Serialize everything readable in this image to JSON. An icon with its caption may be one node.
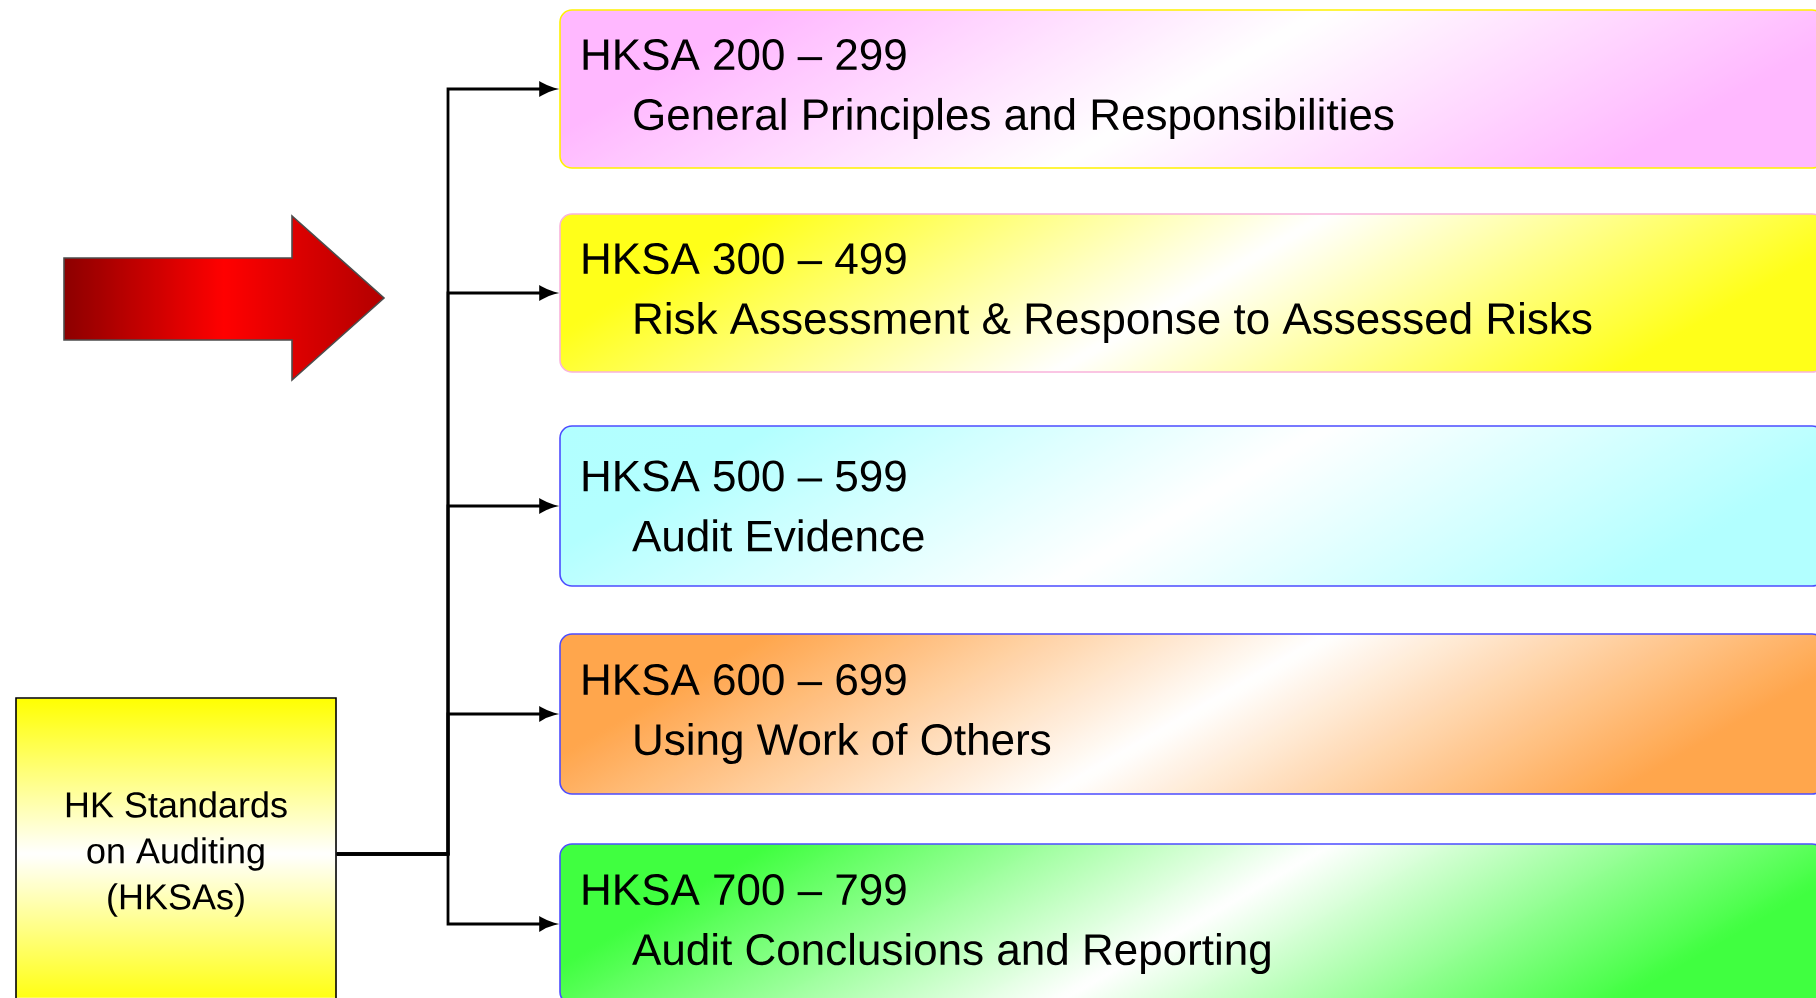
{
  "diagram": {
    "nodes": [
      {
        "text": [
          "HK Standards on Auditing (HKSAs)"
        ]
      },
      {
        "text": [
          "HKSA 200 – 299",
          "General Principles and Responsibilities"
        ]
      },
      {
        "text": [
          "HKSA 300 – 499",
          "Risk Assessment & Response to Assessed Risks"
        ]
      },
      {
        "text": [
          "HKSA 500 – 599",
          "Audit Evidence"
        ]
      },
      {
        "text": [
          "HKSA 600 – 699",
          "Using Work of Others"
        ]
      },
      {
        "text": [
          "HKSA 700 – 799",
          "Audit Conclusions and Reporting"
        ]
      }
    ],
    "edges": [
      {
        "from": 0,
        "to": 1,
        "arrow": "to"
      },
      {
        "from": 0,
        "to": 2,
        "arrow": "to"
      },
      {
        "from": 0,
        "to": 3,
        "arrow": "to"
      },
      {
        "from": 0,
        "to": 4,
        "arrow": "to"
      },
      {
        "from": 0,
        "to": 5,
        "arrow": "to"
      }
    ]
  }
}
